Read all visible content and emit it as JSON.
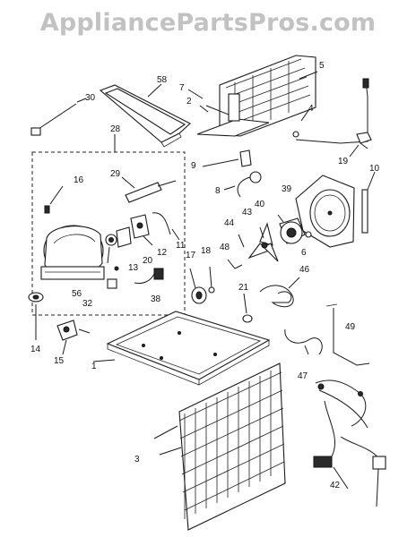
{
  "watermark": "AppliancePartsPros.com",
  "callouts": [
    {
      "id": "c-30",
      "text": "30"
    },
    {
      "id": "c-58",
      "text": "58"
    },
    {
      "id": "c-7",
      "text": "7"
    },
    {
      "id": "c-2",
      "text": "2"
    },
    {
      "id": "c-5",
      "text": "5"
    },
    {
      "id": "c-4",
      "text": "4"
    },
    {
      "id": "c-19",
      "text": "19"
    },
    {
      "id": "c-10",
      "text": "10"
    },
    {
      "id": "c-28",
      "text": "28"
    },
    {
      "id": "c-29",
      "text": "29"
    },
    {
      "id": "c-9",
      "text": "9"
    },
    {
      "id": "c-8",
      "text": "8"
    },
    {
      "id": "c-39",
      "text": "39"
    },
    {
      "id": "c-16",
      "text": "16"
    },
    {
      "id": "c-40",
      "text": "40"
    },
    {
      "id": "c-43",
      "text": "43"
    },
    {
      "id": "c-44",
      "text": "44"
    },
    {
      "id": "c-6",
      "text": "6"
    },
    {
      "id": "c-12",
      "text": "12"
    },
    {
      "id": "c-11",
      "text": "11"
    },
    {
      "id": "c-18",
      "text": "18"
    },
    {
      "id": "c-48",
      "text": "48"
    },
    {
      "id": "c-17",
      "text": "17"
    },
    {
      "id": "c-13",
      "text": "13"
    },
    {
      "id": "c-20",
      "text": "20"
    },
    {
      "id": "c-46",
      "text": "46"
    },
    {
      "id": "c-56",
      "text": "56"
    },
    {
      "id": "c-32",
      "text": "32"
    },
    {
      "id": "c-38",
      "text": "38"
    },
    {
      "id": "c-21",
      "text": "21"
    },
    {
      "id": "c-14",
      "text": "14"
    },
    {
      "id": "c-15",
      "text": "15"
    },
    {
      "id": "c-1",
      "text": "1"
    },
    {
      "id": "c-49",
      "text": "49"
    },
    {
      "id": "c-47",
      "text": "47"
    },
    {
      "id": "c-3",
      "text": "3"
    },
    {
      "id": "c-42",
      "text": "42"
    }
  ]
}
